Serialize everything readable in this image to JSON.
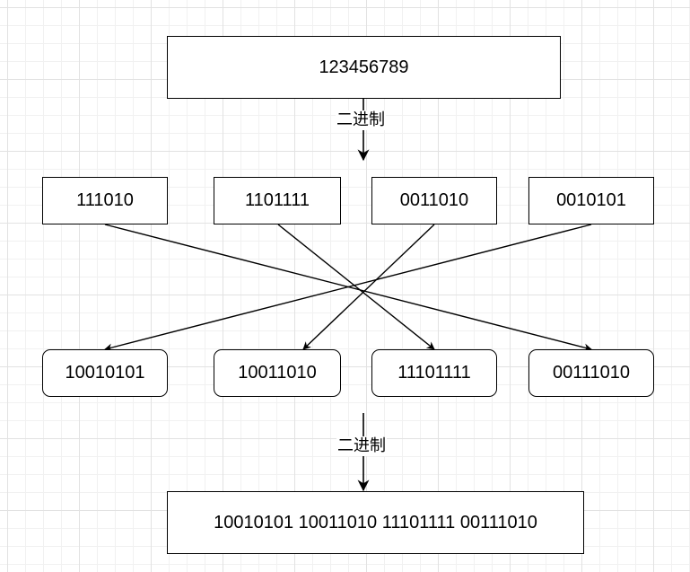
{
  "top_box": "123456789",
  "step1_label": "二进制",
  "chunks": [
    "111010",
    "1101111",
    "0011010",
    "0010101"
  ],
  "reordered": [
    "10010101",
    "10011010",
    "11101111",
    "00111010"
  ],
  "step2_label": "二进制",
  "result": "10010101 10011010 11101111 00111010",
  "mapping": [
    {
      "from": "111010",
      "to": "00111010"
    },
    {
      "from": "1101111",
      "to": "11101111"
    },
    {
      "from": "0011010",
      "to": "10011010"
    },
    {
      "from": "0010101",
      "to": "10010101"
    }
  ]
}
